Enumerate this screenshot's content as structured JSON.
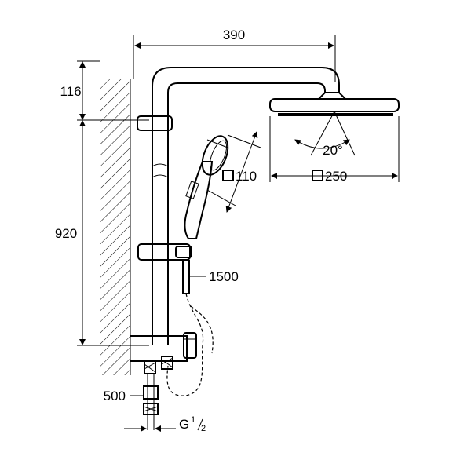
{
  "dimensions": {
    "width_top": "390",
    "height_arm": "116",
    "height_rail": "920",
    "head_size": "250",
    "hand_size": "110",
    "hose_length": "1500",
    "pipe_length": "500",
    "thread_prefix": "G",
    "thread_num": "1",
    "thread_den": "2",
    "head_angle": "20°"
  },
  "icons": {
    "square_symbol": "square-size-symbol"
  }
}
